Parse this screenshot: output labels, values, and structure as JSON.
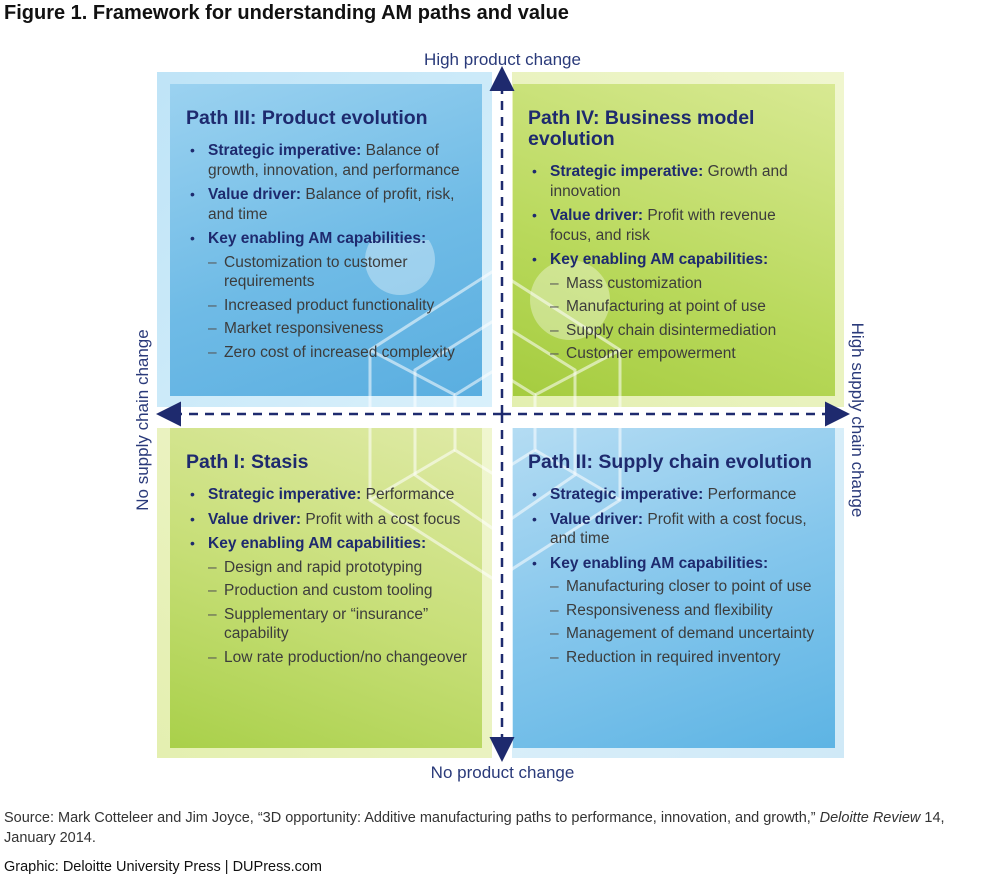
{
  "figure_title": "Figure 1. Framework for understanding AM paths and value",
  "axes": {
    "top": "High product change",
    "bottom": "No product change",
    "left": "No supply chain change",
    "right": "High supply chain change"
  },
  "quadrants": {
    "path3": {
      "title": "Path III: Product evolution",
      "imperative_label": "Strategic imperative:",
      "imperative_text": " Balance of growth, innovation, and performance",
      "value_label": "Value driver:",
      "value_text": " Balance of profit, risk, and time",
      "capabilities_label": "Key enabling AM capabilities:",
      "capabilities": [
        "Customization to customer requirements",
        "Increased product functionality",
        "Market responsiveness",
        "Zero cost of increased complexity"
      ]
    },
    "path4": {
      "title": "Path IV: Business model evolution",
      "imperative_label": "Strategic imperative:",
      "imperative_text": " Growth and innovation",
      "value_label": "Value driver:",
      "value_text": " Profit with revenue focus, and risk",
      "capabilities_label": "Key enabling AM capabilities:",
      "capabilities": [
        "Mass customization",
        "Manufacturing at point of use",
        "Supply chain disintermediation",
        "Customer empowerment"
      ]
    },
    "path1": {
      "title": "Path I: Stasis",
      "imperative_label": "Strategic imperative:",
      "imperative_text": " Performance",
      "value_label": "Value driver:",
      "value_text": " Profit with a cost focus",
      "capabilities_label": "Key enabling AM capabilities:",
      "capabilities": [
        "Design and rapid prototyping",
        "Production and custom tooling",
        "Supplementary or “insurance” capability",
        "Low rate production/no changeover"
      ]
    },
    "path2": {
      "title": "Path II: Supply chain evolution",
      "imperative_label": "Strategic imperative:",
      "imperative_text": " Performance",
      "value_label": "Value driver:",
      "value_text": " Profit with a cost focus, and time",
      "capabilities_label": "Key enabling AM capabilities:",
      "capabilities": [
        "Manufacturing closer to point of use",
        "Responsiveness and flexibility",
        "Management of demand uncertainty",
        "Reduction in required inventory"
      ]
    }
  },
  "source": {
    "prefix": "Source: Mark Cotteleer and Jim Joyce, “3D opportunity: Additive manufacturing paths to performance, innovation, and growth,” ",
    "journal": "Deloitte Review",
    "suffix": " 14, January 2014."
  },
  "credit": "Graphic: Deloitte University Press  |  DUPress.com",
  "colors": {
    "navy": "#1e2a6e",
    "blue_dark": "#5fb2e2",
    "blue_light": "#b8e0f5",
    "green_dark": "#a8cf45",
    "green_light": "#eaf3b8"
  }
}
